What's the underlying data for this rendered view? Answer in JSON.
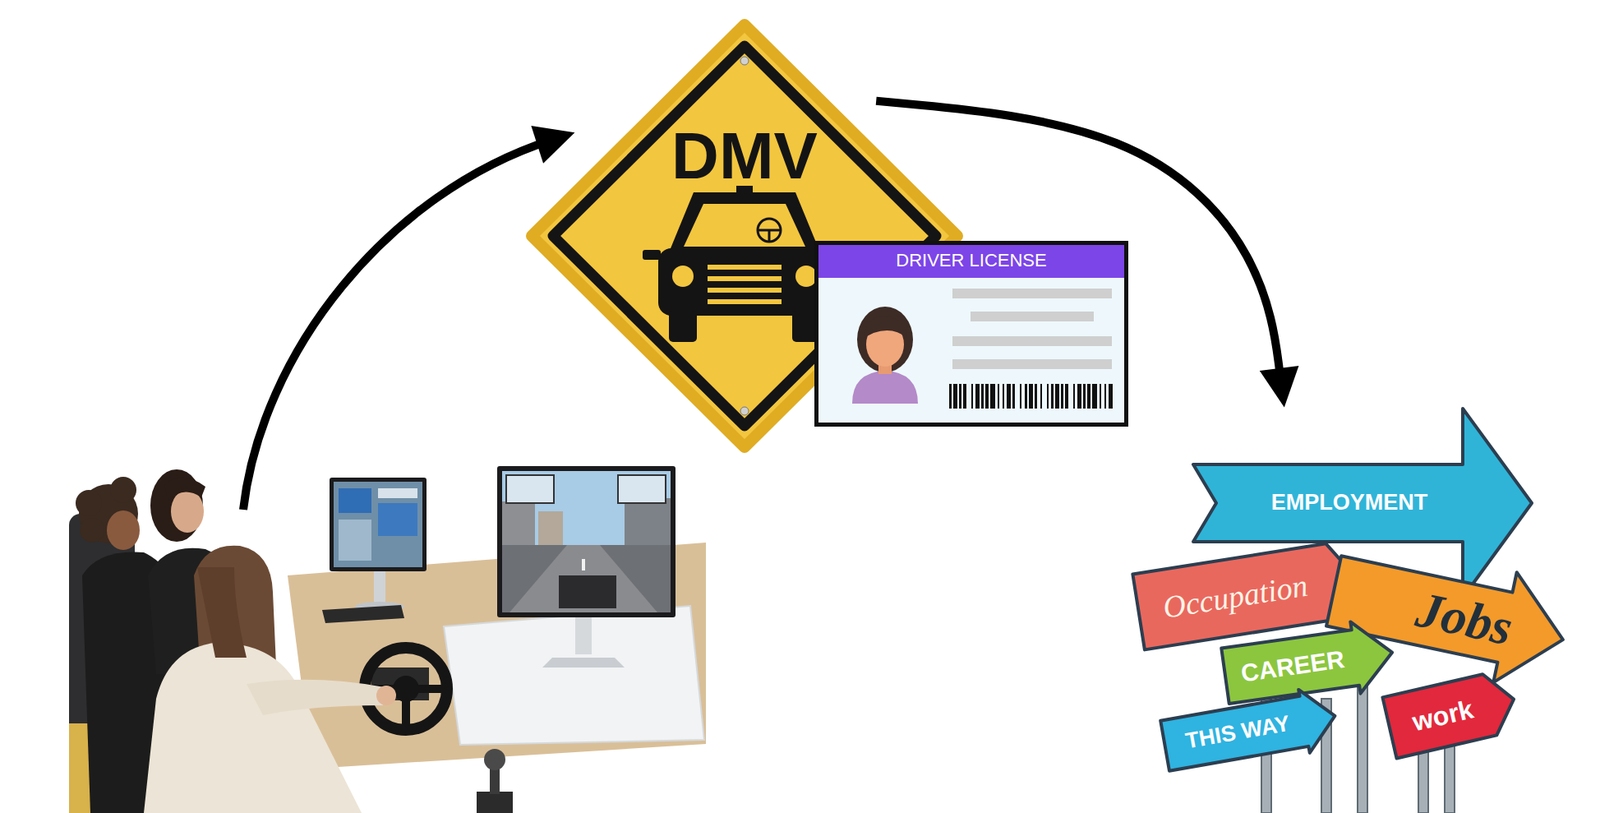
{
  "diagram": {
    "nodes": [
      {
        "text": [
          "DMV"
        ]
      },
      {
        "text": [
          "DRIVER LICENSE"
        ]
      },
      {
        "text": [
          "EMPLOYMENT"
        ]
      },
      {
        "text": [
          "Occupation"
        ]
      },
      {
        "text": [
          "Jobs"
        ]
      },
      {
        "text": [
          "CAREER"
        ]
      },
      {
        "text": [
          "THIS WAY"
        ]
      },
      {
        "text": [
          "work"
        ]
      }
    ],
    "edges": [
      {
        "from": 0,
        "to": 2,
        "arrow": "to"
      }
    ]
  }
}
